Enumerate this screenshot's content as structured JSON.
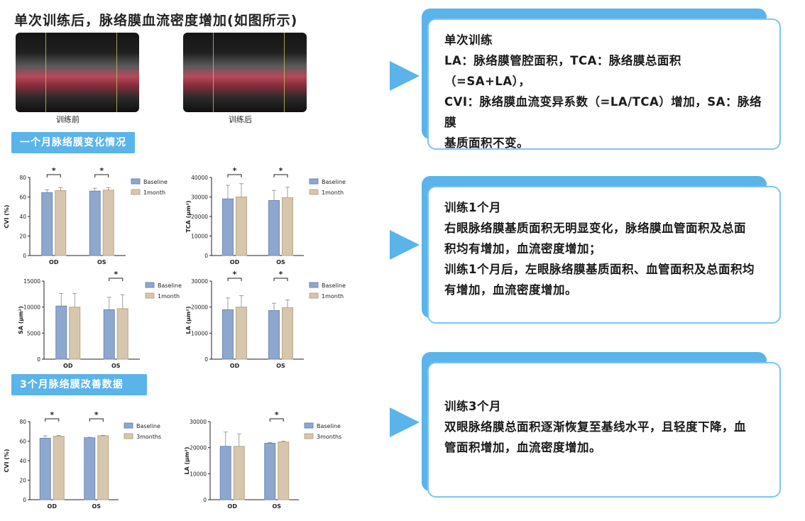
{
  "title": "单次训练后，脉络膜血流密度增加(如图所示)",
  "images": {
    "before_label": "训练前",
    "after_label": "训练后"
  },
  "sections": {
    "month1": "一个月脉络膜变化情况",
    "month3": "3个月脉络膜改善数据"
  },
  "colors": {
    "baseline": "#8ea7cc",
    "followup": "#d5c6ad",
    "baseline_edge": "#6e8ab5",
    "followup_edge": "#b9a887",
    "accent": "#5ab4ea"
  },
  "cards": [
    {
      "lines": [
        "单次训练",
        "LA：脉络膜管腔面积，TCA：脉络膜总面积（=SA+LA），",
        "CVI：脉络膜血流变异系数（=LA/TCA）增加，SA：脉络膜",
        "基质面积不变。"
      ]
    },
    {
      "lines": [
        "训练1个月",
        "右眼脉络膜基质面积无明显变化，脉络膜血管面积及总面",
        "积均有增加，血流密度增加；",
        "训练1个月后，左眼脉络膜基质面积、血管面积及总面积均",
        "有增加，血流密度增加。"
      ]
    },
    {
      "lines": [
        "训练3个月",
        "双眼脉络膜总面积逐渐恢复至基线水平，且轻度下降，血",
        "管面积增加，血流密度增加。"
      ]
    }
  ],
  "chart_data": [
    {
      "type": "bar",
      "ylabel": "CVI (%)",
      "categories": [
        "OD",
        "OS"
      ],
      "ylim": [
        0,
        80
      ],
      "yticks": [
        0,
        20,
        40,
        60,
        80
      ],
      "series": [
        {
          "name": "Baseline",
          "values": [
            64.5,
            66
          ],
          "err": [
            3,
            3
          ]
        },
        {
          "name": "1month",
          "values": [
            66.5,
            67
          ],
          "err": [
            3,
            2.5
          ]
        }
      ],
      "significance": [
        "*",
        "*"
      ]
    },
    {
      "type": "bar",
      "ylabel": "TCA (μm²)",
      "categories": [
        "OD",
        "OS"
      ],
      "ylim": [
        0,
        40000
      ],
      "yticks": [
        0,
        10000,
        20000,
        30000,
        40000
      ],
      "series": [
        {
          "name": "Baseline",
          "values": [
            29000,
            28200
          ],
          "err": [
            7000,
            5200
          ]
        },
        {
          "name": "1month",
          "values": [
            30000,
            29600
          ],
          "err": [
            6800,
            5400
          ]
        }
      ],
      "significance": [
        "*",
        "*"
      ]
    },
    {
      "type": "bar",
      "ylabel": "SA (μm²)",
      "categories": [
        "OD",
        "OS"
      ],
      "ylim": [
        0,
        15000
      ],
      "yticks": [
        0,
        5000,
        10000,
        15000
      ],
      "series": [
        {
          "name": "Baseline",
          "values": [
            10200,
            9500
          ],
          "err": [
            2400,
            2400
          ]
        },
        {
          "name": "1month",
          "values": [
            10000,
            9700
          ],
          "err": [
            2600,
            2700
          ]
        }
      ],
      "significance": [
        "",
        "*"
      ]
    },
    {
      "type": "bar",
      "ylabel": "LA (μm²)",
      "categories": [
        "OD",
        "OS"
      ],
      "ylim": [
        0,
        30000
      ],
      "yticks": [
        0,
        10000,
        20000,
        30000
      ],
      "series": [
        {
          "name": "Baseline",
          "values": [
            19000,
            18700
          ],
          "err": [
            4500,
            2800
          ]
        },
        {
          "name": "1month",
          "values": [
            20000,
            19800
          ],
          "err": [
            4400,
            3000
          ]
        }
      ],
      "significance": [
        "*",
        "*"
      ]
    },
    {
      "type": "bar",
      "ylabel": "CVI (%)",
      "categories": [
        "OD",
        "OS"
      ],
      "ylim": [
        0,
        80
      ],
      "yticks": [
        0,
        20,
        40,
        60,
        80
      ],
      "series": [
        {
          "name": "Baseline",
          "values": [
            63,
            63.5
          ],
          "err": [
            2.5,
            0.5
          ]
        },
        {
          "name": "3months",
          "values": [
            65,
            65.5
          ],
          "err": [
            0.8,
            0.5
          ]
        }
      ],
      "significance": [
        "*",
        "*"
      ]
    },
    {
      "type": "bar",
      "ylabel": "LA (μm²)",
      "categories": [
        "OD",
        "OS"
      ],
      "ylim": [
        0,
        30000
      ],
      "yticks": [
        0,
        10000,
        20000,
        30000
      ],
      "series": [
        {
          "name": "Baseline",
          "values": [
            20500,
            21700
          ],
          "err": [
            5500,
            300
          ]
        },
        {
          "name": "3months",
          "values": [
            20500,
            22200
          ],
          "err": [
            4700,
            300
          ]
        }
      ],
      "significance": [
        "",
        "*"
      ]
    }
  ]
}
